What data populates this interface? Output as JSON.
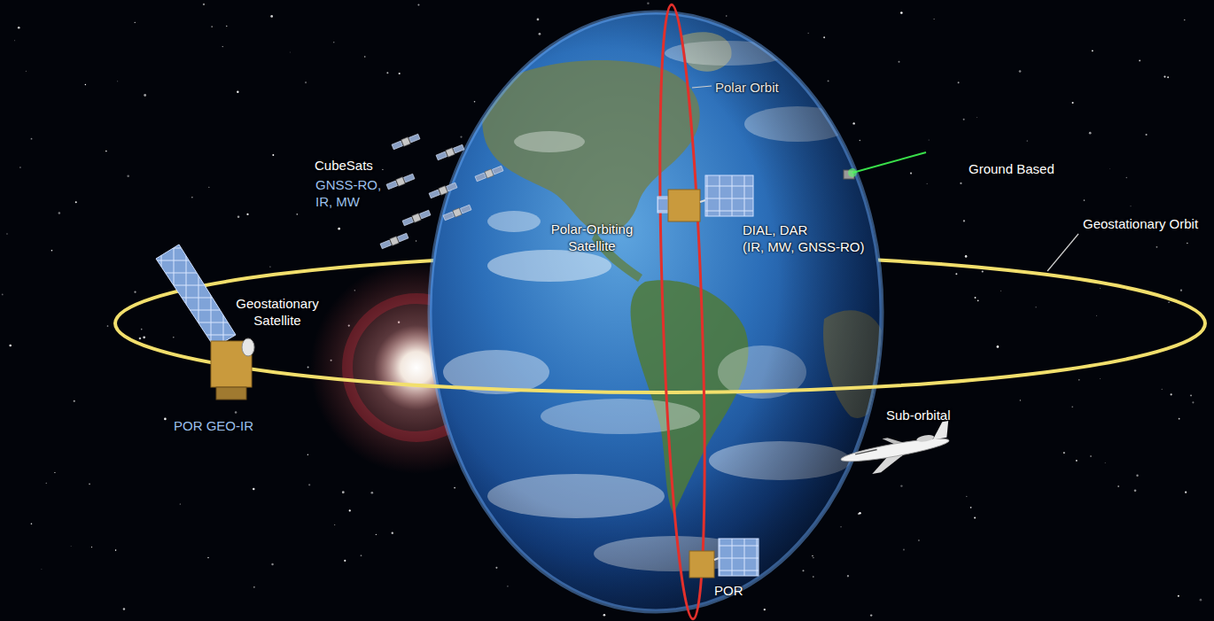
{
  "diagram": {
    "labels": [
      "Polar Orbit",
      "CubeSats",
      "GNSS-RO, IR, MW",
      "Polar-Orbiting Satellite",
      "DIAL, DAR (IR, MW, GNSS-RO)",
      "Ground Based",
      "Geostationary Orbit",
      "Geostationary Satellite",
      "POR GEO-IR",
      "Sub-orbital",
      "POR"
    ]
  }
}
